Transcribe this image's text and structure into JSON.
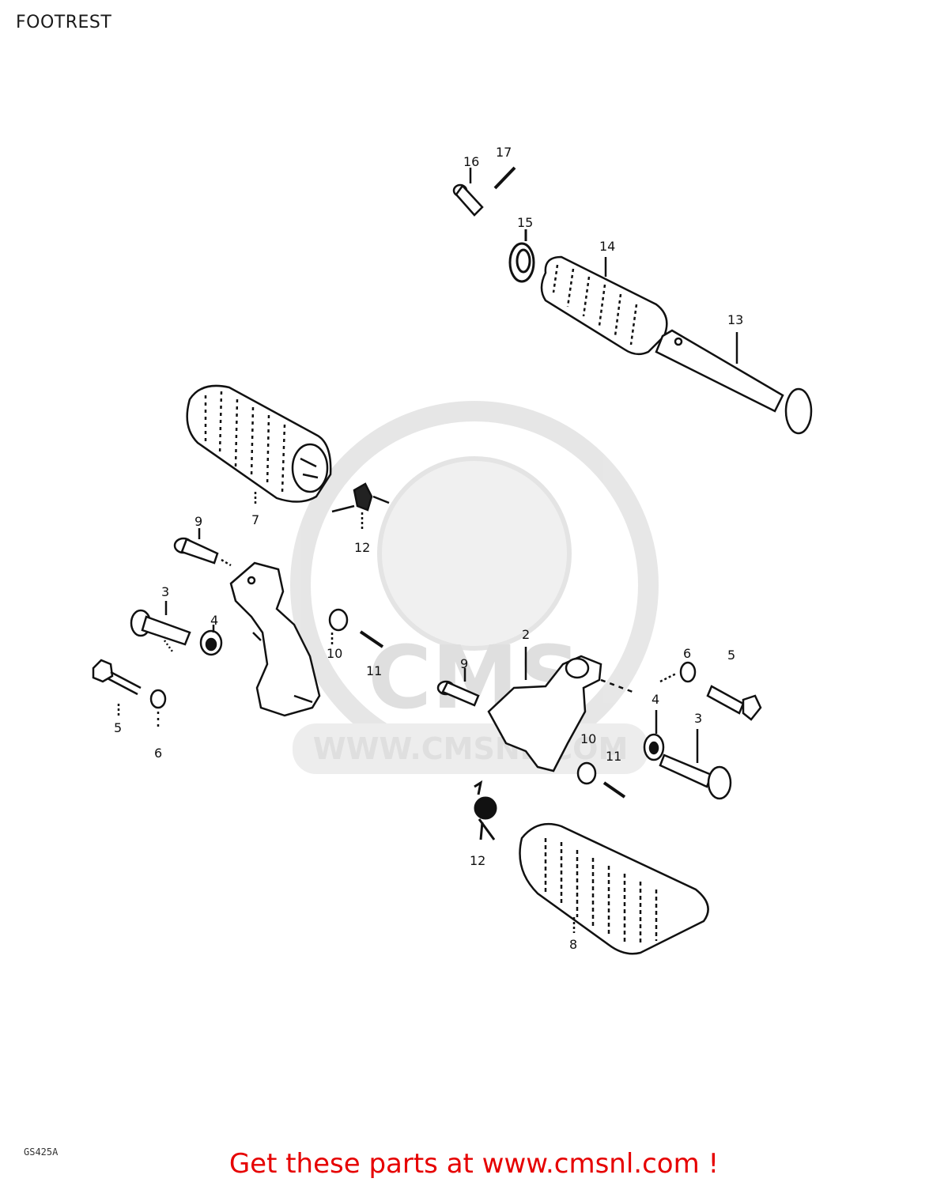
{
  "title": "FOOTREST",
  "watermark": {
    "logo_text": "CMS",
    "url_text": "WWW.CMSNL.COM"
  },
  "drawing_code": "GS425A",
  "footer_text": "Get these parts at www.cmsnl.com !",
  "callouts": {
    "c2": "2",
    "c3_left": "3",
    "c3_right": "3",
    "c4_left": "4",
    "c4_right": "4",
    "c5_left": "5",
    "c5_right": "5",
    "c6_left": "6",
    "c6_right": "6",
    "c7": "7",
    "c8": "8",
    "c9_left": "9",
    "c9_right": "9",
    "c10_left": "10",
    "c10_right": "10",
    "c11_left": "11",
    "c11_right": "11",
    "c12_top": "12",
    "c12_bottom": "12",
    "c13": "13",
    "c14": "14",
    "c15": "15",
    "c16": "16",
    "c17": "17"
  }
}
